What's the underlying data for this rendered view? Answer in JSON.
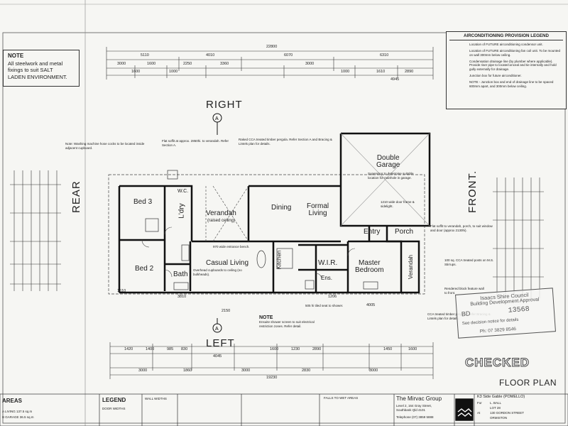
{
  "note": {
    "title": "NOTE",
    "text": [
      "All steelwork and metal",
      "fixings to suit SALT",
      "LADEN ENVIRONMENT."
    ]
  },
  "legend_title": "AIRCONDITIONING PROVISION LEGEND",
  "legend_items": [
    "Location of FUTURE airconditioning condensor unit.",
    "Location of FUTURE airconditioning fan coil unit. To be mounted on wall 300mm below ceiling.",
    "Condensation drainage line (by plumber where applicable). Provide riser pipe to locate/conceal and tie internally and hold gully externally for drainage.",
    "Junction box for future airconditioner.",
    "NOTE - Junction box and end of drainage line to be spaced 600mm apart, and 300mm below ceiling."
  ],
  "orientation": {
    "right": "RIGHT",
    "left": "LEFT",
    "rear": "REAR",
    "front": "FRONT."
  },
  "rooms": {
    "bed3": "Bed 3",
    "ldry": "L'dry",
    "wc": "W.C.",
    "verandah": "Verandah",
    "verandah_sub": "(raised ceiling)",
    "dining": "Dining",
    "formal_living": "Formal\nLiving",
    "double_garage": "Double\nGarage",
    "bed2": "Bed 2",
    "bath": "Bath",
    "casual_living": "Casual Living",
    "kitchen": "Kitchen",
    "wir": "W.I.R.",
    "ens": "Ens.",
    "master": "Master\nBedroom",
    "entry": "Entry",
    "porch": "Porch",
    "verandah2": "Verandah"
  },
  "dims_top": {
    "overall": "22800",
    "row2": [
      "5110",
      "4010",
      "6070",
      "6310"
    ],
    "row3": [
      "3000",
      "1600",
      "2250",
      "3360",
      "3000",
      "1000",
      "1610",
      "2890"
    ],
    "row4": [
      "1600",
      "1000",
      "4945"
    ]
  },
  "dims_bottom": {
    "row1": [
      "1420",
      "1400",
      "985",
      "830",
      "4045",
      "1600",
      "1230",
      "2890",
      "1450",
      "1600"
    ],
    "row2": [
      "3000",
      "1860",
      "3000",
      "2830",
      "3000"
    ],
    "overall": "19230",
    "mid": [
      "1610",
      "3810",
      "2150",
      "1206",
      "4005"
    ]
  },
  "annotations": [
    "Note: Washing machine hose cocks to be located inside adjacent cupboard.",
    "Flat soffit at approx. 2850hi. to verandah. Refer Section A.",
    "Raked CCA treated timber pergola. Refer Section A and Bracing & Lintels plan for details.",
    "Supervisor to determine suitable location for manhole in garage.",
    "1210 wide door frame & sidelight.",
    "970 wide entrance bench.",
    "Overhead cupboards to ceiling (no bulkheads).",
    "505 hi tiled seat to shower.",
    "Flat soffit to verandah, porch, to suit window and door (approx 2130hi).",
    "100 sq. CCA treated posts on M.S. Stirrups.",
    "Rendered block feature wall to front.",
    "CCA treated timber pergola. Refer Bracing & Lintels plan for details."
  ],
  "bottom_note": {
    "title": "NOTE",
    "text": [
      "Ensuite shower screen to suit electrical",
      "restriction zones. Refer detail."
    ]
  },
  "stamp": {
    "line1": "Isaacs Shire Council",
    "line2": "Building Development Approval",
    "bd": "BD",
    "number": "13568",
    "see": "See decision notice for details",
    "ph": "Ph: 07 3829 8546"
  },
  "checked": "CHECKED",
  "floor_plan": "FLOOR PLAN",
  "title_block": {
    "areas": "AREAS",
    "areas_items": [
      "A  LIVING    137.5 sq.m",
      "B  GARAGE    36.5 sq.m"
    ],
    "legend": "LEGEND",
    "door_widths": "DOOR WIDTHS",
    "wall_widths": "WALL WIDTHS",
    "falls": "FALLS TO WET AREAS",
    "company": "The Mirvac Group",
    "address": [
      "Level 2, 164 Gray Street,",
      "Southbank Qld 4101"
    ],
    "phone": "Telephone (07) 3859 5888",
    "design": "K3 Side Gable (POMELLO)",
    "for_label": "For",
    "client": "L. BALL",
    "lot": "LOT 28",
    "at_label": "At",
    "site": [
      "130 GORDON STREET",
      "ORMISTON"
    ]
  }
}
